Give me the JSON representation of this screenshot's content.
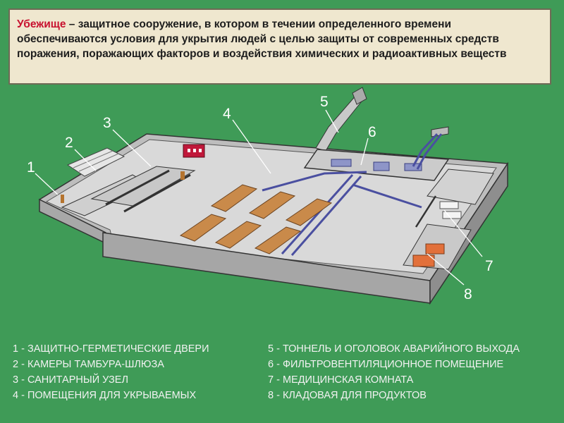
{
  "definition": {
    "term": "Убежище",
    "text": " – защитное сооружение, в котором в течении определенного времени обеспечиваются  условия для укрытия людей с целью защиты от современных средств поражения, поражающих факторов и воздействия химических и радиоактивных веществ"
  },
  "diagram_numbers": [
    "1",
    "2",
    "3",
    "4",
    "5",
    "6",
    "7",
    "8"
  ],
  "legend": [
    "1 - ЗАЩИТНО-ГЕРМЕТИЧЕСКИЕ ДВЕРИ",
    "2 - КАМЕРЫ ТАМБУРА-ШЛЮЗА",
    "3 - САНИТАРНЫЙ УЗЕЛ",
    "4 - ПОМЕЩЕНИЯ ДЛЯ УКРЫВАЕМЫХ",
    "5 - ТОННЕЛЬ И ОГОЛОВОК АВАРИЙНОГО ВЫХОДА",
    "6 - ФИЛЬТРОВЕНТИЛЯЦИОННОЕ ПОМЕЩЕНИЕ",
    "7 - МЕДИЦИНСКАЯ КОМНАТА",
    "8 - КЛАДОВАЯ ДЛЯ ПРОДУКТОВ"
  ],
  "colors": {
    "background": "#3f9b57",
    "definition_box": "#efe7cf",
    "term": "#c8102e",
    "wall": "#a9a9a9",
    "floor": "#d6d6d6",
    "pipe": "#4a4fa0",
    "bench": "#c98a4a"
  }
}
